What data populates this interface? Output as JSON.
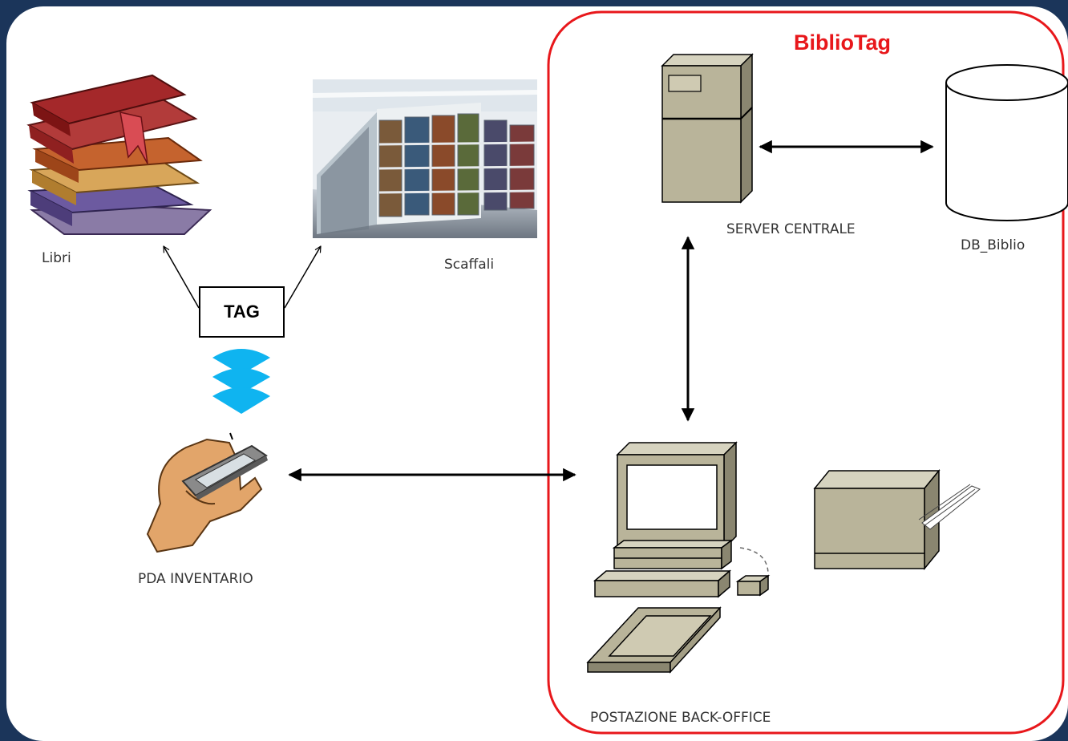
{
  "boundary": {
    "title": "BiblioTag",
    "color": "#e8171b"
  },
  "colors": {
    "background": "#1b355a",
    "panel": "#ffffff",
    "equipment": "#b9b49a",
    "signal": "#0fb4f0",
    "arrow": "#000000"
  },
  "nodes": {
    "libri": {
      "label": "Libri",
      "icon": "books-icon"
    },
    "scaffali": {
      "label": "Scaffali",
      "icon": "library-shelves-photo"
    },
    "tag": {
      "label": "TAG"
    },
    "pda": {
      "label": "PDA INVENTARIO",
      "icon": "handheld-pda-icon"
    },
    "server": {
      "label": "SERVER CENTRALE",
      "icon": "server-tower-icon"
    },
    "db": {
      "label": "DB_Biblio",
      "icon": "database-cylinder-icon"
    },
    "backoffice": {
      "label": "POSTAZIONE BACK-OFFICE",
      "icon": "workstation-icon"
    },
    "printer": {
      "icon": "printer-icon"
    }
  },
  "edges": [
    {
      "from": "tag",
      "to": "libri",
      "type": "one-way"
    },
    {
      "from": "tag",
      "to": "scaffali",
      "type": "one-way"
    },
    {
      "from": "tag",
      "to": "pda",
      "type": "rfid-signal"
    },
    {
      "from": "server",
      "to": "db",
      "type": "two-way"
    },
    {
      "from": "server",
      "to": "backoffice",
      "type": "two-way"
    },
    {
      "from": "pda",
      "to": "backoffice",
      "type": "two-way"
    }
  ]
}
